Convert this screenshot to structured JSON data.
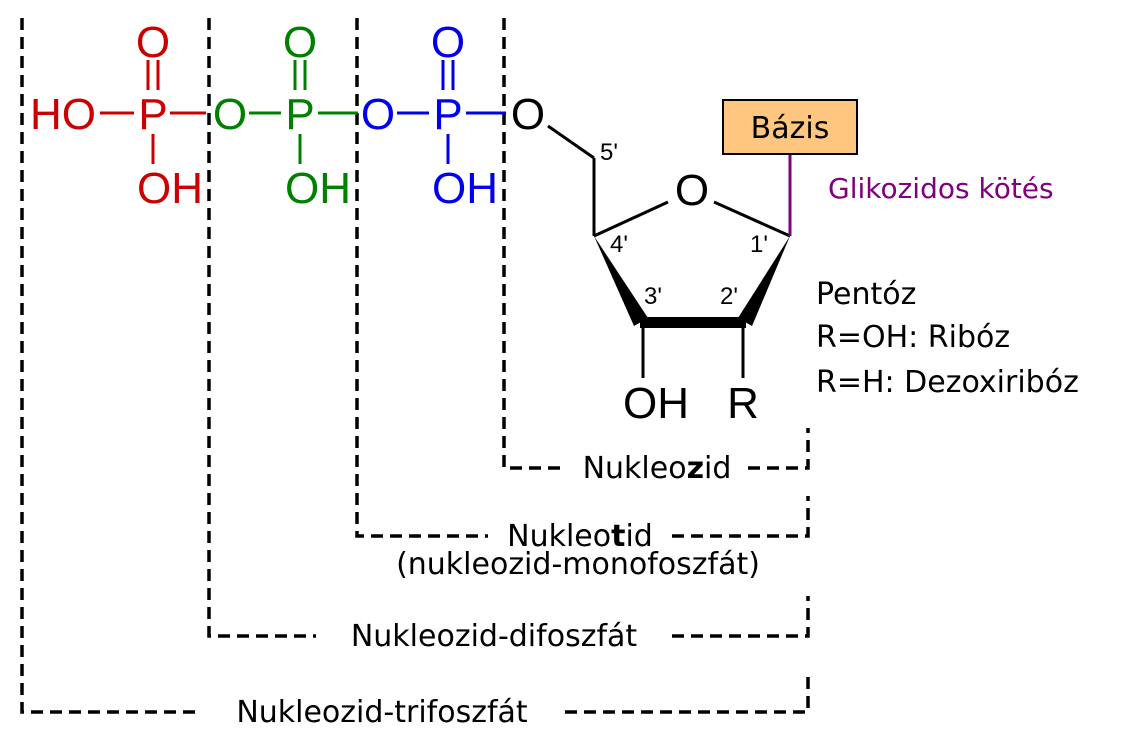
{
  "colors": {
    "gamma_phosphate": "#cc0000",
    "beta_phosphate": "#008000",
    "alpha_phosphate": "#0000ee",
    "glycosidic": "#800080",
    "base_box_fill": "#ffc680",
    "line": "#000000"
  },
  "molecule": {
    "gamma": {
      "ho": "HO",
      "p": "P",
      "o_top": "O",
      "oh": "OH"
    },
    "beta": {
      "o_link": "O",
      "p": "P",
      "o_top": "O",
      "oh": "OH"
    },
    "alpha": {
      "o_link": "O",
      "p": "P",
      "o_top": "O",
      "oh": "OH"
    },
    "ester_o": "O",
    "ring_o": "O",
    "c5": "5'",
    "c4": "4'",
    "c3": "3'",
    "c2": "2'",
    "c1": "1'",
    "oh3": "OH",
    "r2": "R"
  },
  "base_label": "Bázis",
  "glycosidic_label": "Glikozidos kötés",
  "pentose": {
    "title": "Pentóz",
    "ribose": "R=OH: Ribóz",
    "deoxyribose": "R=H: Dezoxiribóz"
  },
  "brackets": {
    "nucleoside": {
      "pre": "Nukleo",
      "bold": "z",
      "post": "id"
    },
    "nucleotide": {
      "pre": "Nukleo",
      "bold": "t",
      "post": "id",
      "subtitle": "(nukleozid-monofoszfát)"
    },
    "diphosphate": "Nukleozid-difoszfát",
    "triphosphate": "Nukleozid-trifoszfát"
  }
}
